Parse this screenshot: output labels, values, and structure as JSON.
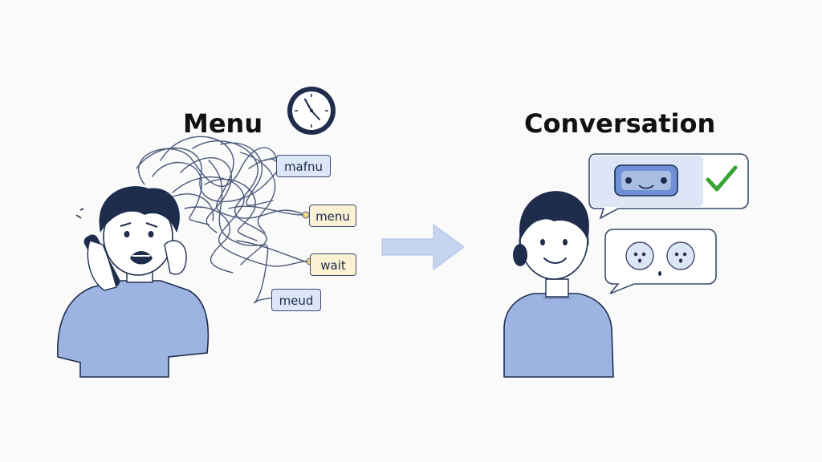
{
  "left_panel": {
    "title": "Menu",
    "labels": [
      "mafnu",
      "menu",
      "wait",
      "meud"
    ]
  },
  "right_panel": {
    "title": "Conversation"
  },
  "icons": {
    "clock": "clock-icon",
    "arrow": "arrow-right-icon",
    "check": "checkmark-icon",
    "robot": "robot-face-icon"
  },
  "colors": {
    "shirt": "#9db4e3",
    "hair": "#1f2d4d",
    "arrow": "#c5d4ef",
    "check": "#3aa335",
    "bubble_fill": "#dde6f7"
  }
}
